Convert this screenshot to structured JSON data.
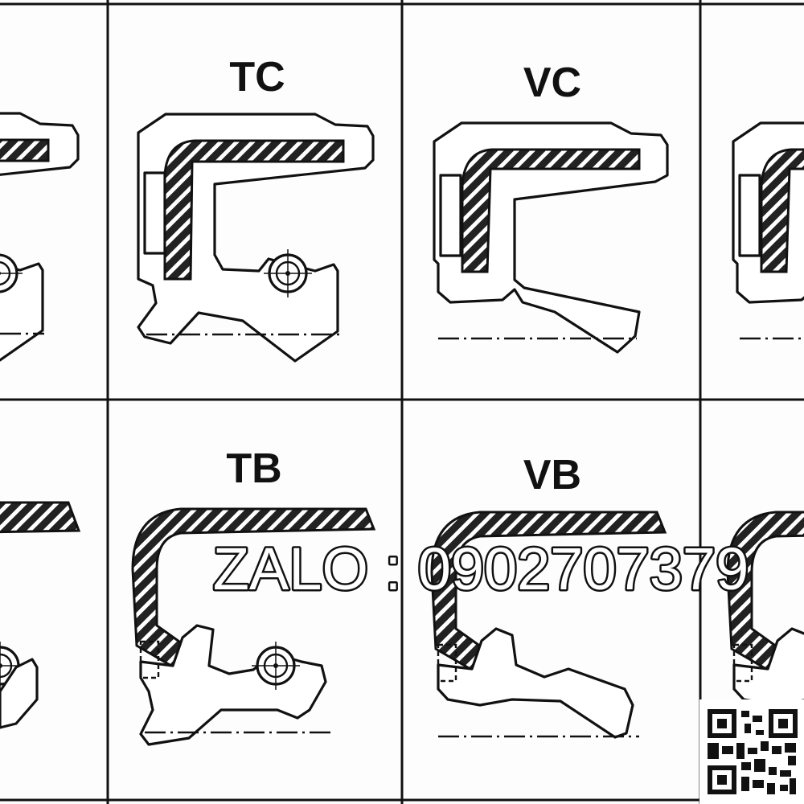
{
  "diagram": {
    "cells": [
      {
        "label": "TC"
      },
      {
        "label": "VC"
      },
      {
        "label": "TB"
      },
      {
        "label": "VB"
      }
    ]
  },
  "watermark": {
    "text": "ZALO : 0902707379"
  },
  "qr_code": {
    "icon": "qr-code-icon"
  }
}
